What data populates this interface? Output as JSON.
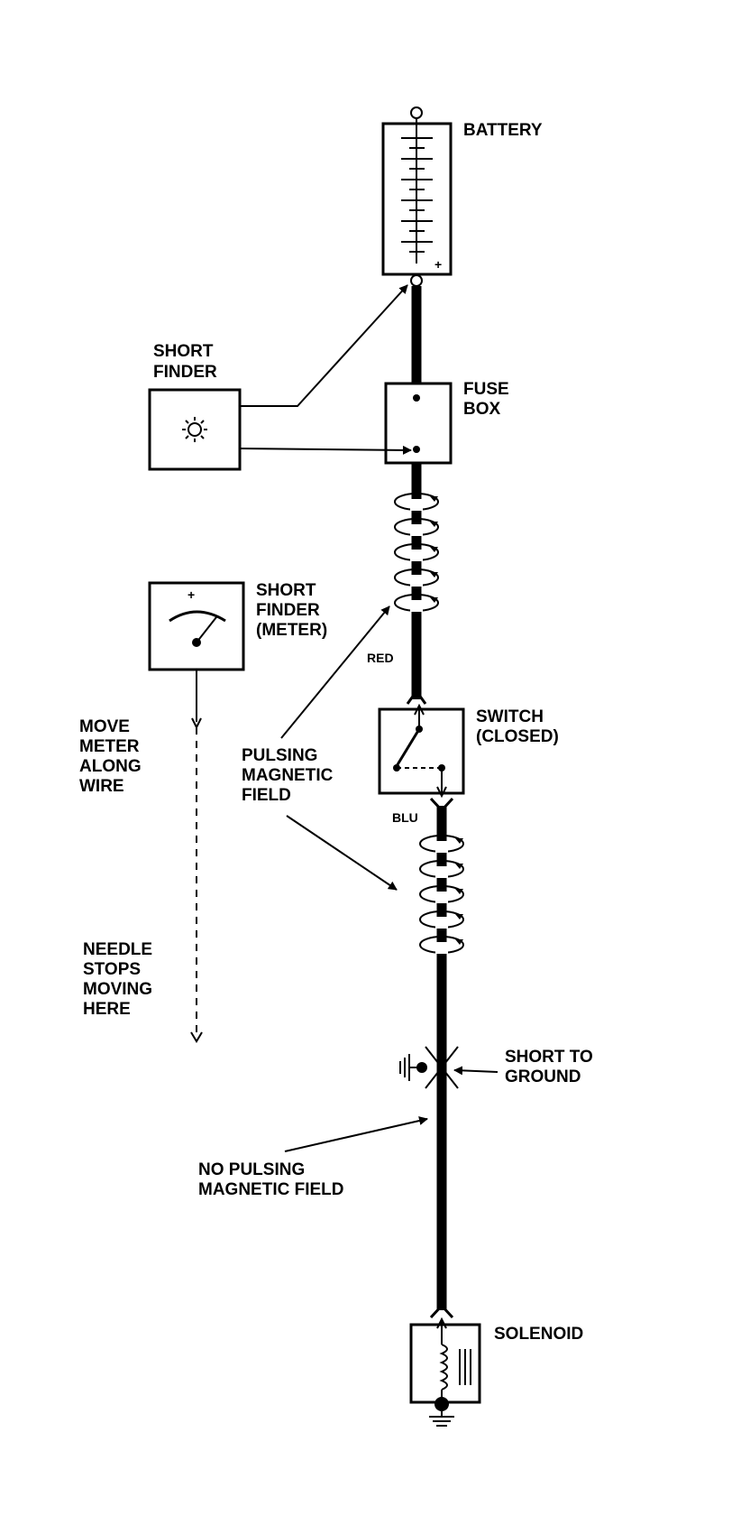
{
  "labels": {
    "battery": "BATTERY",
    "battery_plus": "+",
    "short_finder_1": "SHORT",
    "short_finder_2": "FINDER",
    "fuse_box_1": "FUSE",
    "fuse_box_2": "BOX",
    "meter_1": "SHORT",
    "meter_2": "FINDER",
    "meter_3": "(METER)",
    "meter_plus": "+",
    "red": "RED",
    "switch_1": "SWITCH",
    "switch_2": "(CLOSED)",
    "move_1": "MOVE",
    "move_2": "METER",
    "move_3": "ALONG",
    "move_4": "WIRE",
    "pulsing_1": "PULSING",
    "pulsing_2": "MAGNETIC",
    "pulsing_3": "FIELD",
    "blu": "BLU",
    "needle_1": "NEEDLE",
    "needle_2": "STOPS",
    "needle_3": "MOVING",
    "needle_4": "HERE",
    "short_ground_1": "SHORT TO",
    "short_ground_2": "GROUND",
    "no_pulsing_1": "NO PULSING",
    "no_pulsing_2": "MAGNETIC FIELD",
    "solenoid": "SOLENOID"
  },
  "colors": {
    "ink": "#000000",
    "paper": "#ffffff"
  }
}
